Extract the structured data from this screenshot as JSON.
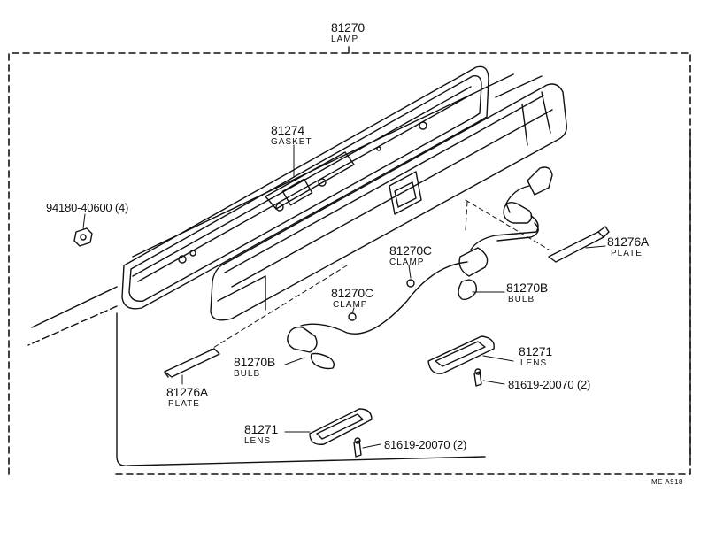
{
  "colors": {
    "ink": "#111111",
    "paper": "#ffffff"
  },
  "labels": {
    "lamp": {
      "number": "81270",
      "name": "LAMP"
    },
    "gasket": {
      "number": "81274",
      "name": "GASKET"
    },
    "nut": {
      "number": "94180-40600 (4)"
    },
    "plate_right": {
      "number": "81276A",
      "name": "PLATE"
    },
    "clamp_upper": {
      "number": "81270C",
      "name": "CLAMP"
    },
    "clamp_lower": {
      "number": "81270C",
      "name": "CLAMP"
    },
    "bulb_right": {
      "number": "81270B",
      "name": "BULB"
    },
    "bulb_left": {
      "number": "81270B",
      "name": "BULB"
    },
    "lens_right": {
      "number": "81271",
      "name": "LENS"
    },
    "screw_right": {
      "number": "81619-20070 (2)"
    },
    "plate_left": {
      "number": "81276A",
      "name": "PLATE"
    },
    "lens_left": {
      "number": "81271",
      "name": "LENS"
    },
    "screw_left": {
      "number": "81619-20070 (2)"
    }
  },
  "diagram_code": "ME  A918"
}
